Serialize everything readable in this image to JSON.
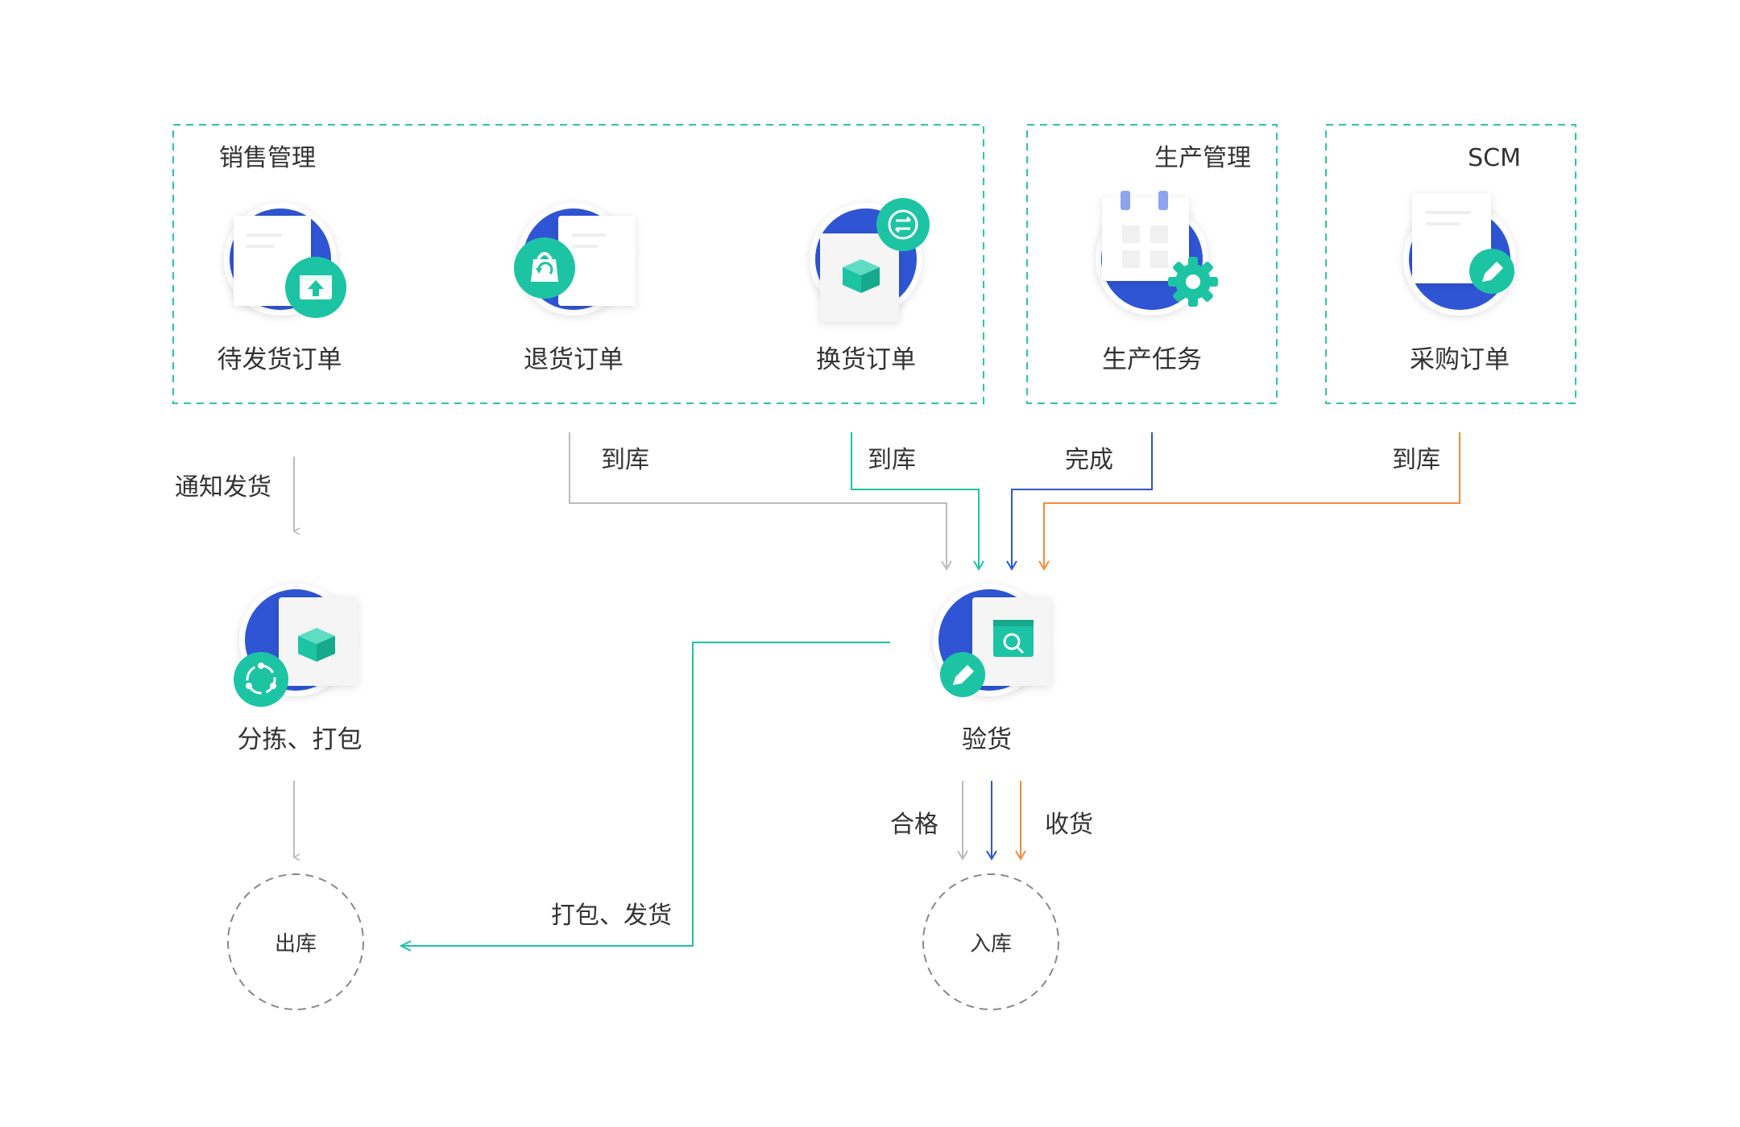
{
  "groups": {
    "sales": {
      "title": "销售管理"
    },
    "production": {
      "title": "生产管理"
    },
    "scm": {
      "title": "SCM"
    }
  },
  "nodes": {
    "pending_ship_order": "待发货订单",
    "return_order": "退货订单",
    "exchange_order": "换货订单",
    "production_task": "生产任务",
    "purchase_order": "采购订单",
    "sort_pack": "分拣、打包",
    "inspection": "验货",
    "outbound": "出库",
    "inbound": "入库"
  },
  "edges": {
    "notify_ship": "通知发货",
    "return_arrive": "到库",
    "exchange_arrive": "到库",
    "production_done": "完成",
    "purchase_arrive": "到库",
    "pack_ship": "打包、发货",
    "qualified": "合格",
    "receive": "收货"
  },
  "colors": {
    "blue": "#2f55d4",
    "teal": "#1cc4a4",
    "gray": "#bbbbbb",
    "orange": "#f58a3c",
    "dashed_box": "#2ec5a4",
    "text": "#333333"
  },
  "icons": {
    "pending_ship_order": "upload-box-icon",
    "return_order": "return-bag-icon",
    "exchange_order": "exchange-icon",
    "production_task": "calendar-gear-icon",
    "purchase_order": "pencil-icon",
    "sort_pack": "sort-loop-icon",
    "inspection": "search-box-icon"
  }
}
